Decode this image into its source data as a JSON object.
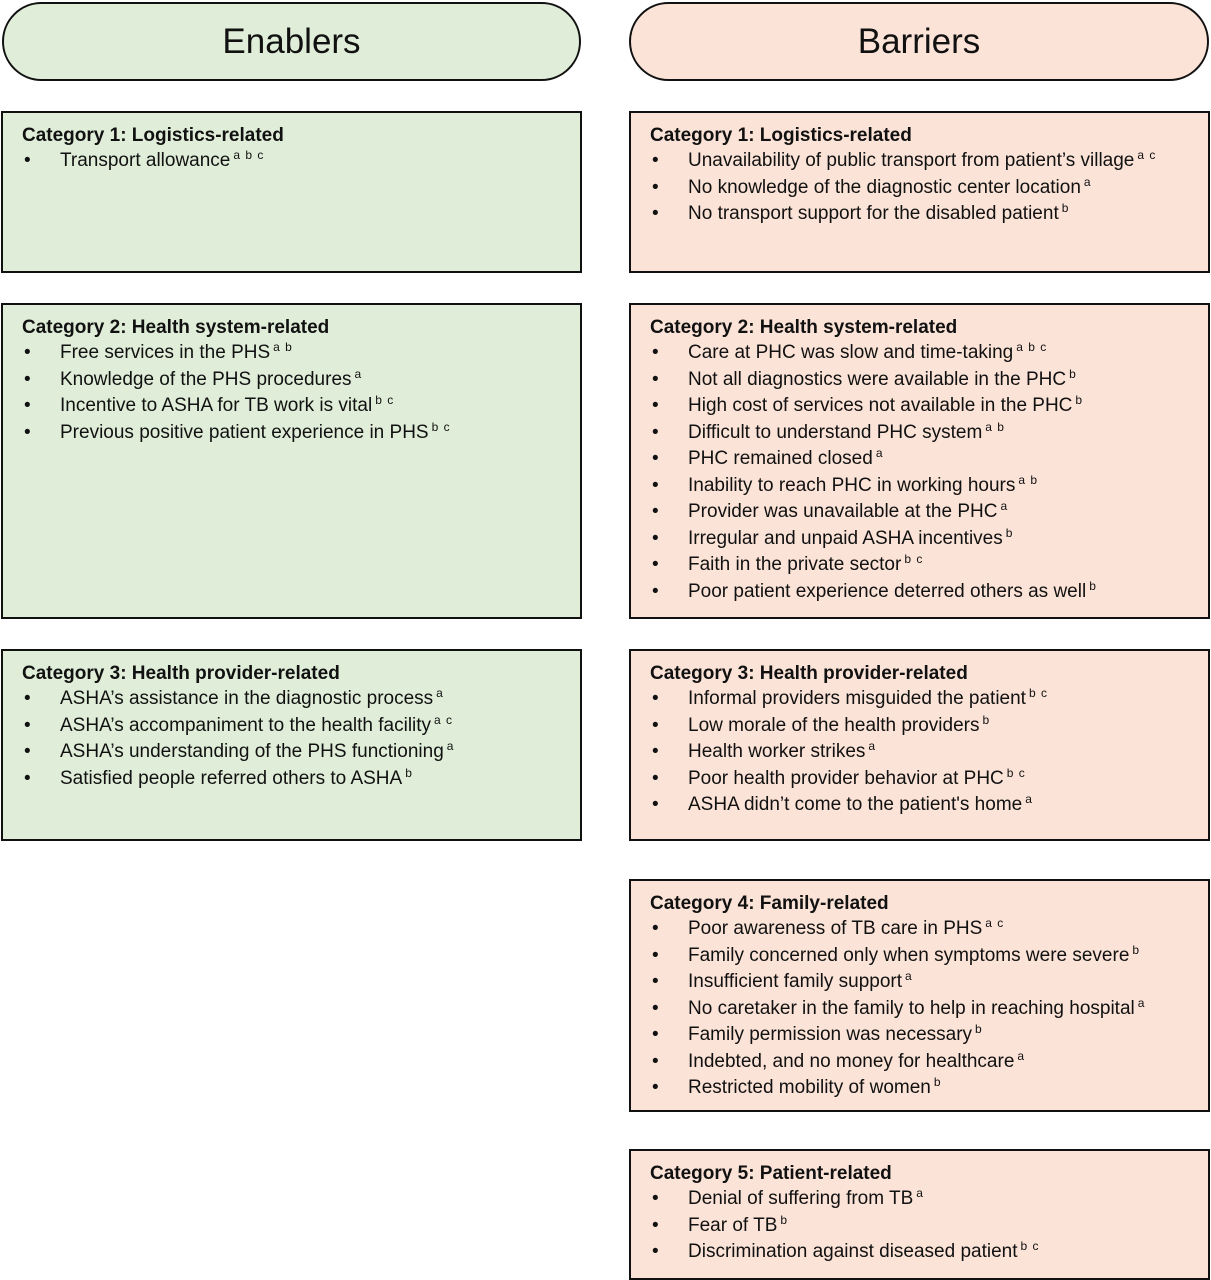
{
  "headers": {
    "enablers": "Enablers",
    "barriers": "Barriers"
  },
  "bullet": "•",
  "colors": {
    "enablers_fill": "#e0eed9",
    "barriers_fill": "#fbe3d7",
    "border": "#111111"
  },
  "enablers": [
    {
      "title": "Category 1: Logistics-related",
      "items": [
        {
          "text": "Transport allowance",
          "sup": "a b c"
        }
      ]
    },
    {
      "title": "Category 2: Health system-related",
      "items": [
        {
          "text": "Free services in the PHS",
          "sup": "a b"
        },
        {
          "text": "Knowledge of the PHS procedures",
          "sup": "a"
        },
        {
          "text": "Incentive to ASHA for TB work is vital",
          "sup": "b c"
        },
        {
          "text": "Previous positive patient experience in PHS",
          "sup": "b c"
        }
      ]
    },
    {
      "title": "Category 3: Health provider-related",
      "items": [
        {
          "text": "ASHA’s assistance in the diagnostic process",
          "sup": "a"
        },
        {
          "text": "ASHA’s accompaniment to the health facility",
          "sup": "a c"
        },
        {
          "text": "ASHA’s understanding of the PHS functioning",
          "sup": "a"
        },
        {
          "text": "Satisfied people referred others to ASHA",
          "sup": "b"
        }
      ]
    }
  ],
  "barriers": [
    {
      "title": "Category 1: Logistics-related",
      "items": [
        {
          "text": "Unavailability of public transport from patient’s village",
          "sup": "a c"
        },
        {
          "text": "No knowledge of the diagnostic center location",
          "sup": "a"
        },
        {
          "text": "No transport support for the disabled patient",
          "sup": "b"
        }
      ]
    },
    {
      "title": "Category 2: Health system-related",
      "items": [
        {
          "text": "Care at PHC was slow and time-taking",
          "sup": "a b c"
        },
        {
          "text": "Not all diagnostics were available in the PHC",
          "sup": "b"
        },
        {
          "text": "High cost of services not available in the PHC",
          "sup": "b"
        },
        {
          "text": "Difficult to understand PHC system",
          "sup": "a b"
        },
        {
          "text": "PHC remained closed",
          "sup": "a"
        },
        {
          "text": "Inability to reach PHC in working hours",
          "sup": "a b"
        },
        {
          "text": "Provider was unavailable at the PHC",
          "sup": "a"
        },
        {
          "text": "Irregular and unpaid ASHA incentives",
          "sup": "b"
        },
        {
          "text": "Faith in the private sector",
          "sup": "b c"
        },
        {
          "text": "Poor patient experience deterred others as well",
          "sup": "b"
        }
      ]
    },
    {
      "title": "Category 3: Health provider-related",
      "items": [
        {
          "text": "Informal providers misguided the patient",
          "sup": "b c"
        },
        {
          "text": "Low morale of the health providers",
          "sup": "b"
        },
        {
          "text": "Health worker strikes",
          "sup": "a"
        },
        {
          "text": "Poor health provider behavior at PHC",
          "sup": "b c"
        },
        {
          "text": "ASHA didn’t come to the patient's home",
          "sup": "a"
        }
      ]
    },
    {
      "title": "Category 4: Family-related",
      "items": [
        {
          "text": "Poor awareness of TB care in PHS",
          "sup": "a c"
        },
        {
          "text": "Family concerned only when symptoms were severe",
          "sup": "b"
        },
        {
          "text": "Insufficient family support",
          "sup": "a"
        },
        {
          "text": "No caretaker in the family to help in reaching hospital",
          "sup": "a"
        },
        {
          "text": "Family permission was necessary",
          "sup": "b"
        },
        {
          "text": "Indebted, and no money for healthcare",
          "sup": "a"
        },
        {
          "text": "Restricted mobility of women",
          "sup": "b"
        }
      ]
    },
    {
      "title": "Category 5: Patient-related",
      "items": [
        {
          "text": "Denial of suffering from TB",
          "sup": "a"
        },
        {
          "text": "Fear of TB",
          "sup": "b"
        },
        {
          "text": "Discrimination against diseased patient",
          "sup": "b c"
        }
      ]
    }
  ]
}
